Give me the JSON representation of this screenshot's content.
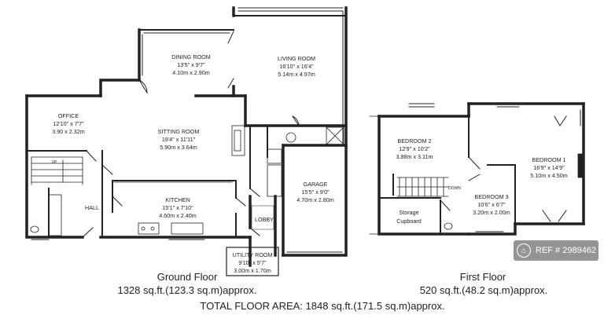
{
  "ground_floor": {
    "title": "Ground Floor",
    "area": "1328 sq.ft.(123.3 sq.m)approx.",
    "rooms": {
      "dining": {
        "name": "DINING ROOM",
        "imperial": "13'5\" x 9'7\"",
        "metric": "4.10m x 2.90m"
      },
      "living": {
        "name": "LIVING ROOM",
        "imperial": "16'10\" x 16'4\"",
        "metric": "5.14m x 4.97m"
      },
      "office": {
        "name": "OFFICE",
        "imperial": "12'10\" x 7'7\"",
        "metric": "3.90 x 2.32m"
      },
      "sitting": {
        "name": "SITTING ROOM",
        "imperial": "19'4\" x 11'11\"",
        "metric": "5.90m x 3.64m"
      },
      "garage": {
        "name": "GARAGE",
        "imperial": "15'5\" x 9'0\"",
        "metric": "4.70m x 2.80m"
      },
      "kitchen": {
        "name": "KITCHEN",
        "imperial": "15'1\" x 7'10\"",
        "metric": "4.60m x 2.40m"
      },
      "hall": {
        "name": "HALL"
      },
      "lobby": {
        "name": "LOBBY"
      },
      "utility": {
        "name": "UTILITY ROOM",
        "imperial": "9'10\" x 5'7\"",
        "metric": "3.00m x 1.70m"
      }
    },
    "stair_label": "UP"
  },
  "first_floor": {
    "title": "First Floor",
    "area": "520 sq.ft.(48.2 sq.m)approx.",
    "rooms": {
      "bedroom2": {
        "name": "BEDROOM 2",
        "imperial": "12'9\" x 10'2\"",
        "metric": "3.88m x 3.11m"
      },
      "bedroom1": {
        "name": "BEDROOM 1",
        "imperial": "16'9\" x 14'9\"",
        "metric": "5.10m x 4.50m"
      },
      "bedroom3": {
        "name": "BEDROOM 3",
        "imperial": "10'6\" x 6'7\"",
        "metric": "3.20m x 2.00m"
      },
      "storage_line1": "Storage",
      "storage_line2": "Cupboard"
    },
    "stair_label": "DOWN"
  },
  "total": "TOTAL FLOOR AREA: 1848 sq.ft.(171.5 sq.m)approx.",
  "watermark": {
    "text": "REF # 2989462",
    "icon": "rightmove-logo-icon"
  }
}
